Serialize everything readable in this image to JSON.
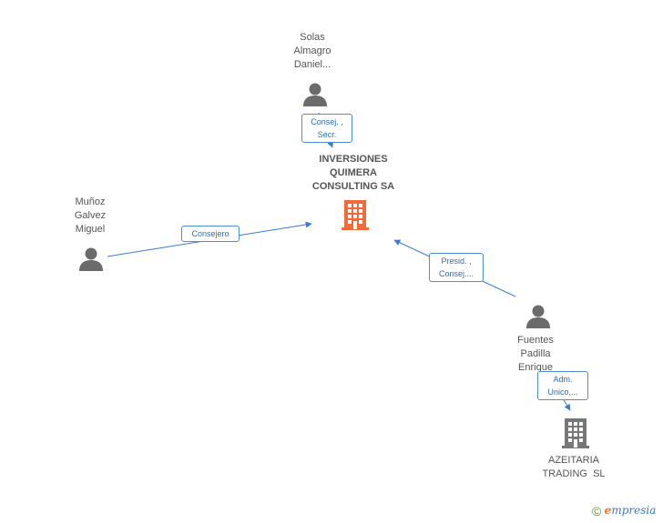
{
  "nodes": {
    "center": {
      "lines": [
        "INVERSIONES",
        "QUIMERA",
        "CONSULTING SA"
      ],
      "color": "#f06a3a"
    },
    "solas": {
      "lines": [
        "Solas",
        "Almagro",
        "Daniel..."
      ]
    },
    "munoz": {
      "lines": [
        "Muñoz",
        "Galvez",
        "Miguel"
      ]
    },
    "fuentes": {
      "lines": [
        "Fuentes",
        "Padilla",
        "Enrique"
      ]
    },
    "azeitaria": {
      "lines": [
        "AZEITARIA",
        "TRADING  SL"
      ],
      "color": "#777777"
    }
  },
  "edges": {
    "solas_center": [
      "Consej. ,",
      "Secr."
    ],
    "munoz_center": [
      "Consejero"
    ],
    "fuentes_center": [
      "Presid. ,",
      "Consej...."
    ],
    "fuentes_azeitaria": [
      "Adm.",
      "Unico,..."
    ]
  },
  "colors": {
    "edge": "#3a7bd5",
    "person": "#6b6b6b"
  },
  "brand": {
    "copyright": "©",
    "e": "e",
    "rest": "mpresia"
  }
}
